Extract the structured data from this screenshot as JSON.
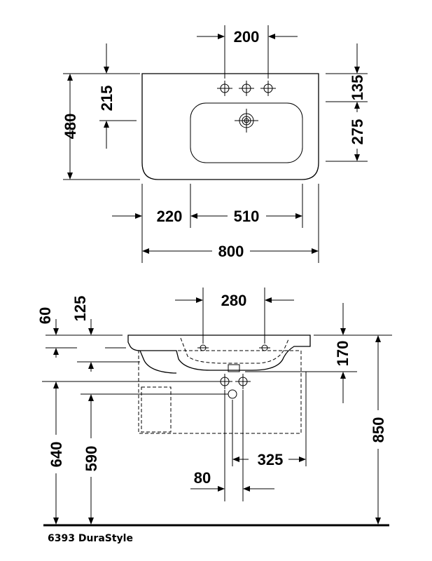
{
  "top_view": {
    "dim_tap_spacing": "200",
    "dim_total_depth": "480",
    "dim_tap_to_back": "215",
    "dim_back_to_taps": "135",
    "dim_bowl_depth": "275",
    "dim_side_offset": "220",
    "dim_bowl_width": "510",
    "dim_total_width": "800"
  },
  "side_view": {
    "dim_hole_spacing": "280",
    "dim_rim_thickness": "60",
    "dim_top_to_waste": "125",
    "dim_rim_to_siphon": "170",
    "dim_height_640": "640",
    "dim_height_590": "590",
    "dim_total_height": "850",
    "dim_siphon_offset": "325",
    "dim_pipe_spacing": "80"
  },
  "caption": "6393 DuraStyle"
}
